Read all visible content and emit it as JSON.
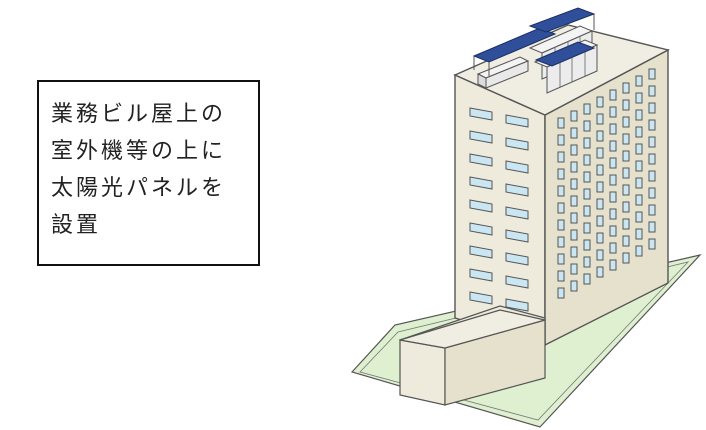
{
  "caption": {
    "lines": [
      "業務ビル屋上の",
      "室外機等の上に",
      "太陽光パネルを",
      "設置"
    ]
  },
  "colors": {
    "ground": "#dff0d0",
    "building_front": "#eeeadc",
    "building_side": "#e6e1cc",
    "roof": "#f0ede2",
    "window": "#c9e6f2",
    "panel": "#2f4f9a",
    "outline": "#555555"
  },
  "icons": [
    "office-building-icon",
    "solar-panel-icon",
    "outdoor-unit-icon"
  ]
}
